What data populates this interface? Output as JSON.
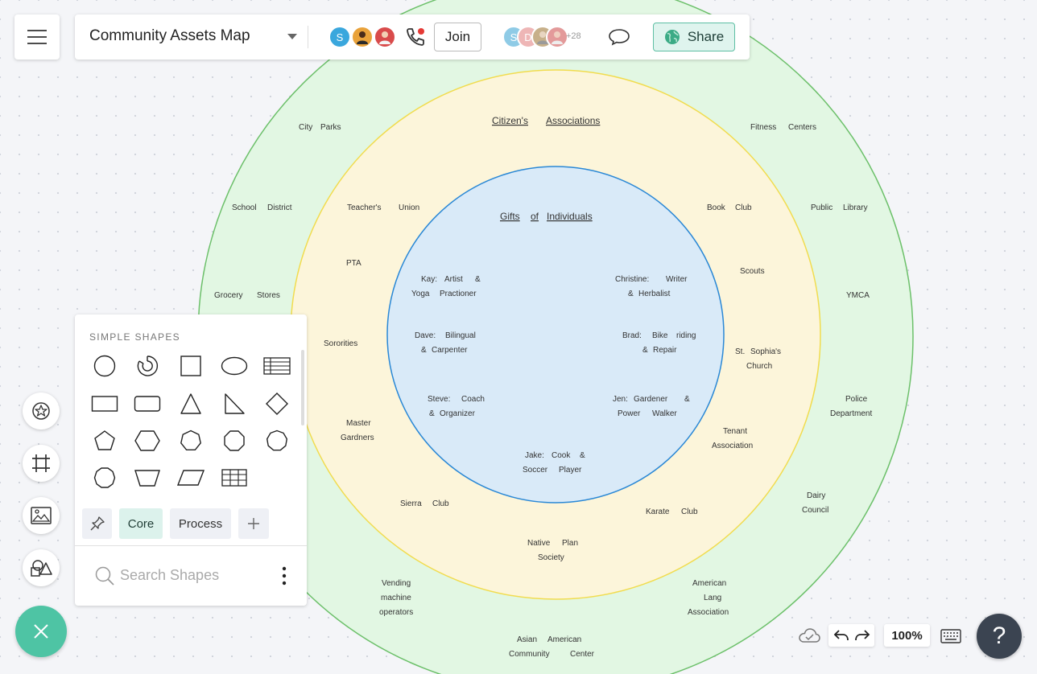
{
  "header": {
    "title": "Community Assets Map",
    "collaborators": [
      {
        "initial": "S",
        "color": "#3aa7dd"
      },
      {
        "initial": "",
        "color": "#e9a23a"
      },
      {
        "initial": "",
        "color": "#d94b4b"
      }
    ],
    "join_label": "Join",
    "viewers": [
      {
        "initial": "S",
        "color": "#8fcbe6"
      },
      {
        "initial": "D",
        "color": "#eeb6b6"
      },
      {
        "initial": "",
        "color": "#c7b08a"
      },
      {
        "initial": "",
        "color": "#e39a9a"
      }
    ],
    "viewer_overflow": "+28",
    "share_label": "Share"
  },
  "diagram": {
    "rings": {
      "outer_fill": "#e2f7e3",
      "outer_stroke": "#6cc06a",
      "middle_fill": "#fcf5da",
      "middle_stroke": "#f1dc4e",
      "inner_fill": "#d9eaf8",
      "inner_stroke": "#2a88d6"
    },
    "headers": {
      "middle_a": "Citizen's",
      "middle_b": "Associations",
      "inner_a": "Gifts",
      "inner_b": "of",
      "inner_c": "Individuals"
    },
    "outer_labels": [
      [
        "City",
        "Parks"
      ],
      [
        "Fitness",
        "Centers"
      ],
      [
        "School",
        "District"
      ],
      [
        "Public",
        "Library"
      ],
      [
        "Grocery",
        "Stores"
      ],
      [
        "YMCA"
      ],
      [
        "Police",
        "Department"
      ],
      [
        "Dairy",
        "Council"
      ],
      [
        "Vending",
        "machine",
        "operators"
      ],
      [
        "American",
        "Lang",
        "Association"
      ],
      [
        "Asian",
        "American",
        "Community",
        "Center"
      ]
    ],
    "middle_labels": [
      [
        "Teacher's",
        "Union"
      ],
      [
        "Book",
        "Club"
      ],
      [
        "PTA"
      ],
      [
        "Scouts"
      ],
      [
        "Sororities"
      ],
      [
        "St.",
        "Sophia's",
        "Church"
      ],
      [
        "Master",
        "Gardners"
      ],
      [
        "Tenant",
        "Association"
      ],
      [
        "Sierra",
        "Club"
      ],
      [
        "Karate",
        "Club"
      ],
      [
        "Native",
        "Plan",
        "Society"
      ]
    ],
    "inner_labels": [
      [
        "Kay:",
        "Artist",
        "&",
        "Yoga",
        "Practioner"
      ],
      [
        "Christine:",
        "Writer",
        "&",
        "Herbalist"
      ],
      [
        "Dave:",
        "Bilingual",
        "&",
        "Carpenter"
      ],
      [
        "Brad:",
        "Bike",
        "riding",
        "&",
        "Repair"
      ],
      [
        "Steve:",
        "Coach",
        "&",
        "Organizer"
      ],
      [
        "Jen:",
        "Gardener",
        "&",
        "Power",
        "Walker"
      ],
      [
        "Jake:",
        "Cook",
        "&",
        "Soccer",
        "Player"
      ]
    ]
  },
  "shapes_panel": {
    "title": "SIMPLE SHAPES",
    "shapes": [
      "circle",
      "ring",
      "square",
      "ellipse",
      "table",
      "rectangle",
      "rounded-rectangle",
      "triangle",
      "right-triangle",
      "diamond",
      "pentagon",
      "hexagon",
      "heptagon",
      "octagon",
      "nonagon",
      "decagon",
      "trapezoid",
      "parallelogram",
      "grid"
    ],
    "tabs": {
      "pin": "pin-icon",
      "core": "Core",
      "process": "Process",
      "add": "plus-icon"
    },
    "search_placeholder": "Search Shapes"
  },
  "rail": [
    "star-shape-icon",
    "frame-icon",
    "image-icon",
    "shapes-icon"
  ],
  "bottom_bar": {
    "zoom": "100%"
  },
  "help_label": "?"
}
